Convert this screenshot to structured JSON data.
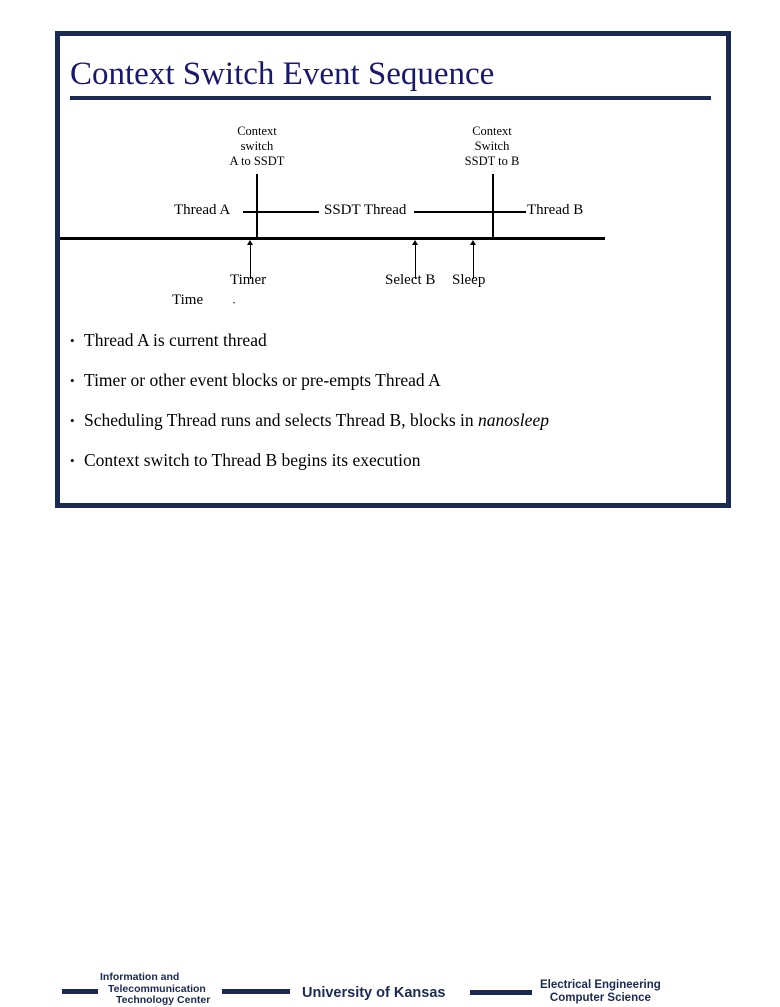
{
  "slide": {
    "title": "Context Switch Event Sequence",
    "border_color": "#1b2a52",
    "title_color": "#18186e",
    "background": "#ffffff"
  },
  "diagram": {
    "caption_left": {
      "line1": "Context",
      "line2": "switch",
      "line3": "A to SSDT"
    },
    "caption_right": {
      "line1": "Context",
      "line2": "Switch",
      "line3": "SSDT to B"
    },
    "timeline_segments": [
      {
        "label": "Thread A"
      },
      {
        "label": "SSDT Thread"
      },
      {
        "label": "Thread B"
      }
    ],
    "events": [
      {
        "label": "Timer"
      },
      {
        "label": "Select B"
      },
      {
        "label": "Sleep"
      }
    ],
    "axis_label": "Time"
  },
  "bullets": [
    {
      "marker": "•",
      "text": "Thread A is current thread"
    },
    {
      "marker": "•",
      "text": "Timer or other event  blocks or pre-empts Thread A"
    },
    {
      "marker": "•",
      "text_pre": "Scheduling Thread runs and selects Thread B, blocks in ",
      "text_italic": "nanosleep"
    },
    {
      "marker": "•",
      "text": "Context switch to Thread B begins its execution"
    }
  ],
  "footer": {
    "logo": {
      "line1": "Information and",
      "line2": "Telecommunication",
      "line3": "Technology Center"
    },
    "university": "University of Kansas",
    "department": {
      "line1": "Electrical Engineering",
      "line2": "Computer Science"
    }
  }
}
